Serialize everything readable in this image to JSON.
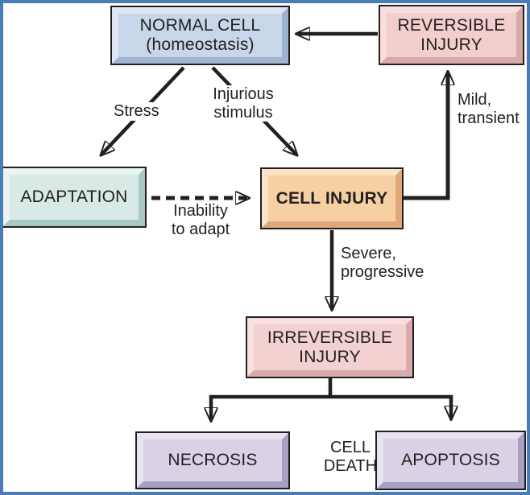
{
  "frame_color": "#4a7db5",
  "text_color": "#231f20",
  "arrow_color": "#231f20",
  "boxes": {
    "normal_cell": {
      "label": "NORMAL CELL\n(homeostasis)",
      "fill": "#c7d6e9",
      "bevel_light": "#dde7f4",
      "bevel_dark": "#9fb3d1"
    },
    "reversible_injury": {
      "label": "REVERSIBLE\nINJURY",
      "fill": "#f2cecd",
      "bevel_light": "#f8dfde",
      "bevel_dark": "#d8a9ab"
    },
    "adaptation": {
      "label": "ADAPTATION",
      "fill": "#d9eae6",
      "bevel_light": "#eaf4f1",
      "bevel_dark": "#a9cac3"
    },
    "cell_injury": {
      "label": "CELL INJURY",
      "fill": "#f6cfa3",
      "bevel_light": "#fae3c6",
      "bevel_dark": "#dfa878"
    },
    "irreversible_injury": {
      "label": "IRREVERSIBLE\nINJURY",
      "fill": "#f4d1d1",
      "bevel_light": "#f9e0e0",
      "bevel_dark": "#d9abad"
    },
    "necrosis": {
      "label": "NECROSIS",
      "fill": "#d9d2e4",
      "bevel_light": "#e8e3f0",
      "bevel_dark": "#a89fc2"
    },
    "apoptosis": {
      "label": "APOPTOSIS",
      "fill": "#d9d2e4",
      "bevel_light": "#e8e3f0",
      "bevel_dark": "#a89fc2"
    }
  },
  "labels": {
    "stress": "Stress",
    "injurious_stimulus": "Injurious\nstimulus",
    "mild_transient": "Mild,\ntransient",
    "inability_to_adapt": "Inability\nto adapt",
    "severe_progressive": "Severe,\nprogressive",
    "cell_death": "CELL\nDEATH"
  }
}
